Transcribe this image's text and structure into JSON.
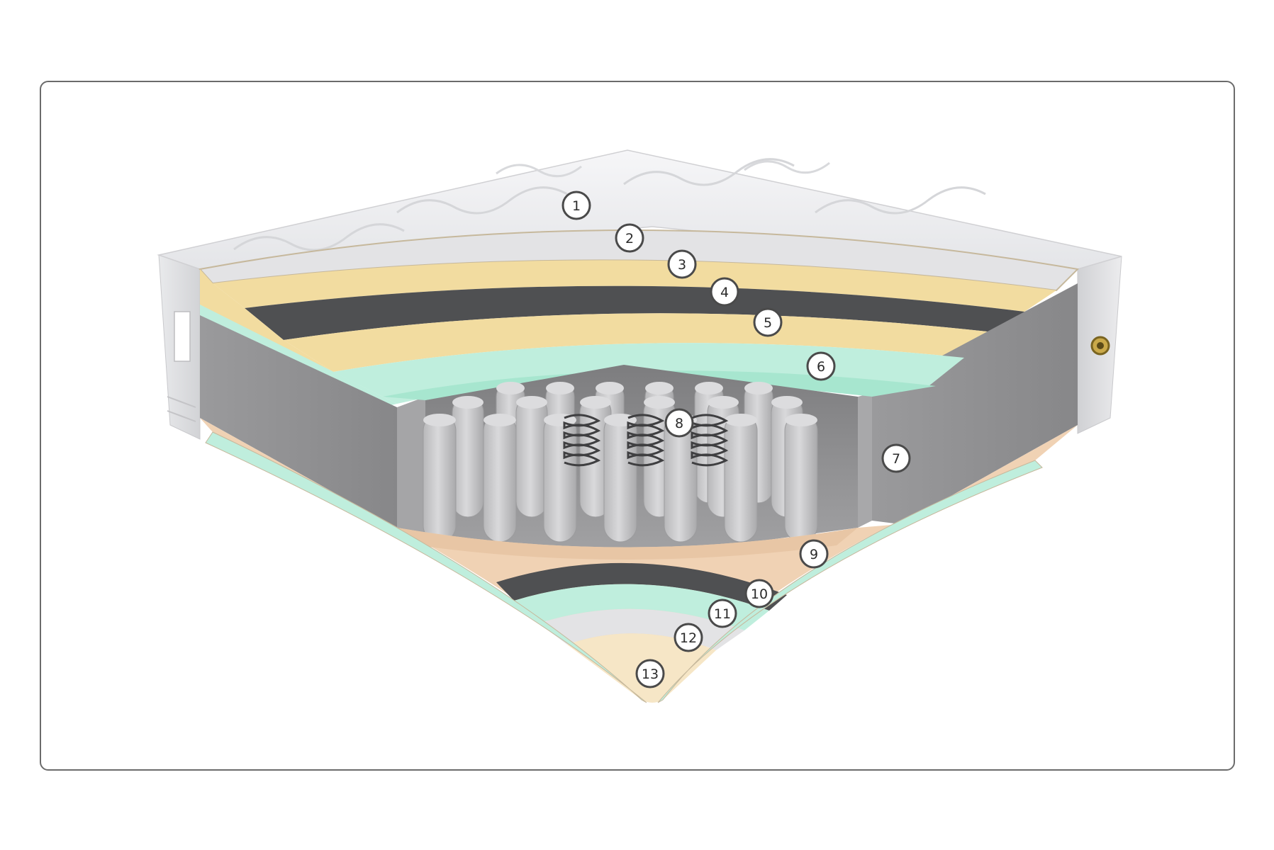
{
  "colors": {
    "frame_border": "#6b6b6b",
    "cover_quilted": "#eeeff1",
    "cover_layer": "#e6e6e6",
    "latex_layer": "#f2dca0",
    "coir_layer": "#4f5052",
    "memory_foam": "#bfeedd",
    "side_foam": "#909092",
    "spring_pocket": "#c9c9cb",
    "felt_base": "#f0d2b4",
    "callout_fill": "#ffffff",
    "callout_stroke": "#4a4a4a"
  },
  "callouts": [
    {
      "label": "1"
    },
    {
      "label": "2"
    },
    {
      "label": "3"
    },
    {
      "label": "4"
    },
    {
      "label": "5"
    },
    {
      "label": "6"
    },
    {
      "label": "7"
    },
    {
      "label": "8"
    },
    {
      "label": "9"
    },
    {
      "label": "10"
    },
    {
      "label": "11"
    },
    {
      "label": "12"
    },
    {
      "label": "13"
    }
  ]
}
